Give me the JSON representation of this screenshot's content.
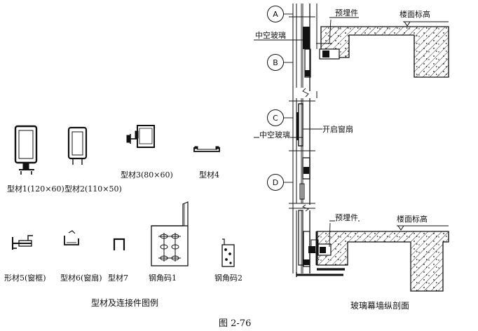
{
  "legend": {
    "title": "型材及连接件图例",
    "items": {
      "profile1": "型材1(120×60)",
      "profile2": "型材2(110×50)",
      "profile3": "型材3(80×60)",
      "profile4": "型材4",
      "profile5": "形材5(窗框)",
      "profile6": "型材6(窗扇)",
      "profile7": "型材7",
      "angle1": "钢角码1",
      "angle2": "钢角码2"
    }
  },
  "section": {
    "title": "玻璃幕墙纵剖面",
    "markers": [
      "A",
      "B",
      "C",
      "D"
    ],
    "annotations": {
      "embedded_top": "预埋件",
      "floor_level_top": "楼面标高",
      "insulating_glass_top": "中空玻璃",
      "insulating_glass_mid": "中空玻璃",
      "opening_sash": "开启窗扇",
      "embedded_bottom": "预埋件",
      "floor_level_bottom": "楼面标高"
    }
  },
  "figure_number": "图 2-76"
}
